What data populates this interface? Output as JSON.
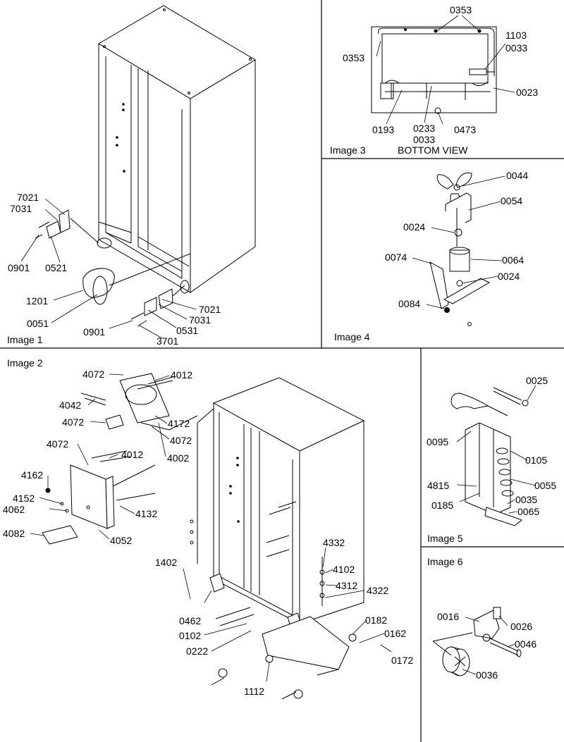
{
  "panels": {
    "image1": "Image 1",
    "image2": "Image 2",
    "image3": "Image 3",
    "image3_view": "BOTTOM VIEW",
    "image4": "Image 4",
    "image5": "Image 5",
    "image6": "Image 6"
  },
  "labels": {
    "p1_7021a": "7021",
    "p1_7031a": "7031",
    "p1_0901a": "0901",
    "p1_0521": "0521",
    "p1_1201": "1201",
    "p1_0051": "0051",
    "p1_0901b": "0901",
    "p1_7021b": "7021",
    "p1_7031b": "7031",
    "p1_0531": "0531",
    "p1_3701": "3701",
    "p3_0353a": "0353",
    "p3_0353b": "0353",
    "p3_1103": "1103",
    "p3_0033a": "0033",
    "p3_0023": "0023",
    "p3_0193": "0193",
    "p3_0233": "0233",
    "p3_0033b": "0033",
    "p3_0473": "0473",
    "p4_0044": "0044",
    "p4_0054": "0054",
    "p4_0024a": "0024",
    "p4_0074": "0074",
    "p4_0064": "0064",
    "p4_0024b": "0024",
    "p4_0084": "0084",
    "p2_4072a": "4072",
    "p2_4012a": "4012",
    "p2_4042": "4042",
    "p2_4072b": "4072",
    "p2_4172": "4172",
    "p2_4072c": "4072",
    "p2_4002": "4002",
    "p2_4072d": "4072",
    "p2_4012b": "4012",
    "p2_4162": "4162",
    "p2_4152": "4152",
    "p2_4062": "4062",
    "p2_4132": "4132",
    "p2_4082": "4082",
    "p2_4052": "4052",
    "p2_1402": "1402",
    "p2_4332": "4332",
    "p2_4102": "4102",
    "p2_4312": "4312",
    "p2_4322": "4322",
    "p2_0462": "0462",
    "p2_0102": "0102",
    "p2_0222": "0222",
    "p2_0182": "0182",
    "p2_0162": "0162",
    "p2_0172": "0172",
    "p2_1112": "1112",
    "p5_0025": "0025",
    "p5_0095": "0095",
    "p5_0105": "0105",
    "p5_4815": "4815",
    "p5_0055": "0055",
    "p5_0185": "0185",
    "p5_0035": "0035",
    "p5_0065": "0065",
    "p6_0016": "0016",
    "p6_0026": "0026",
    "p6_0046": "0046",
    "p6_0036": "0036"
  }
}
